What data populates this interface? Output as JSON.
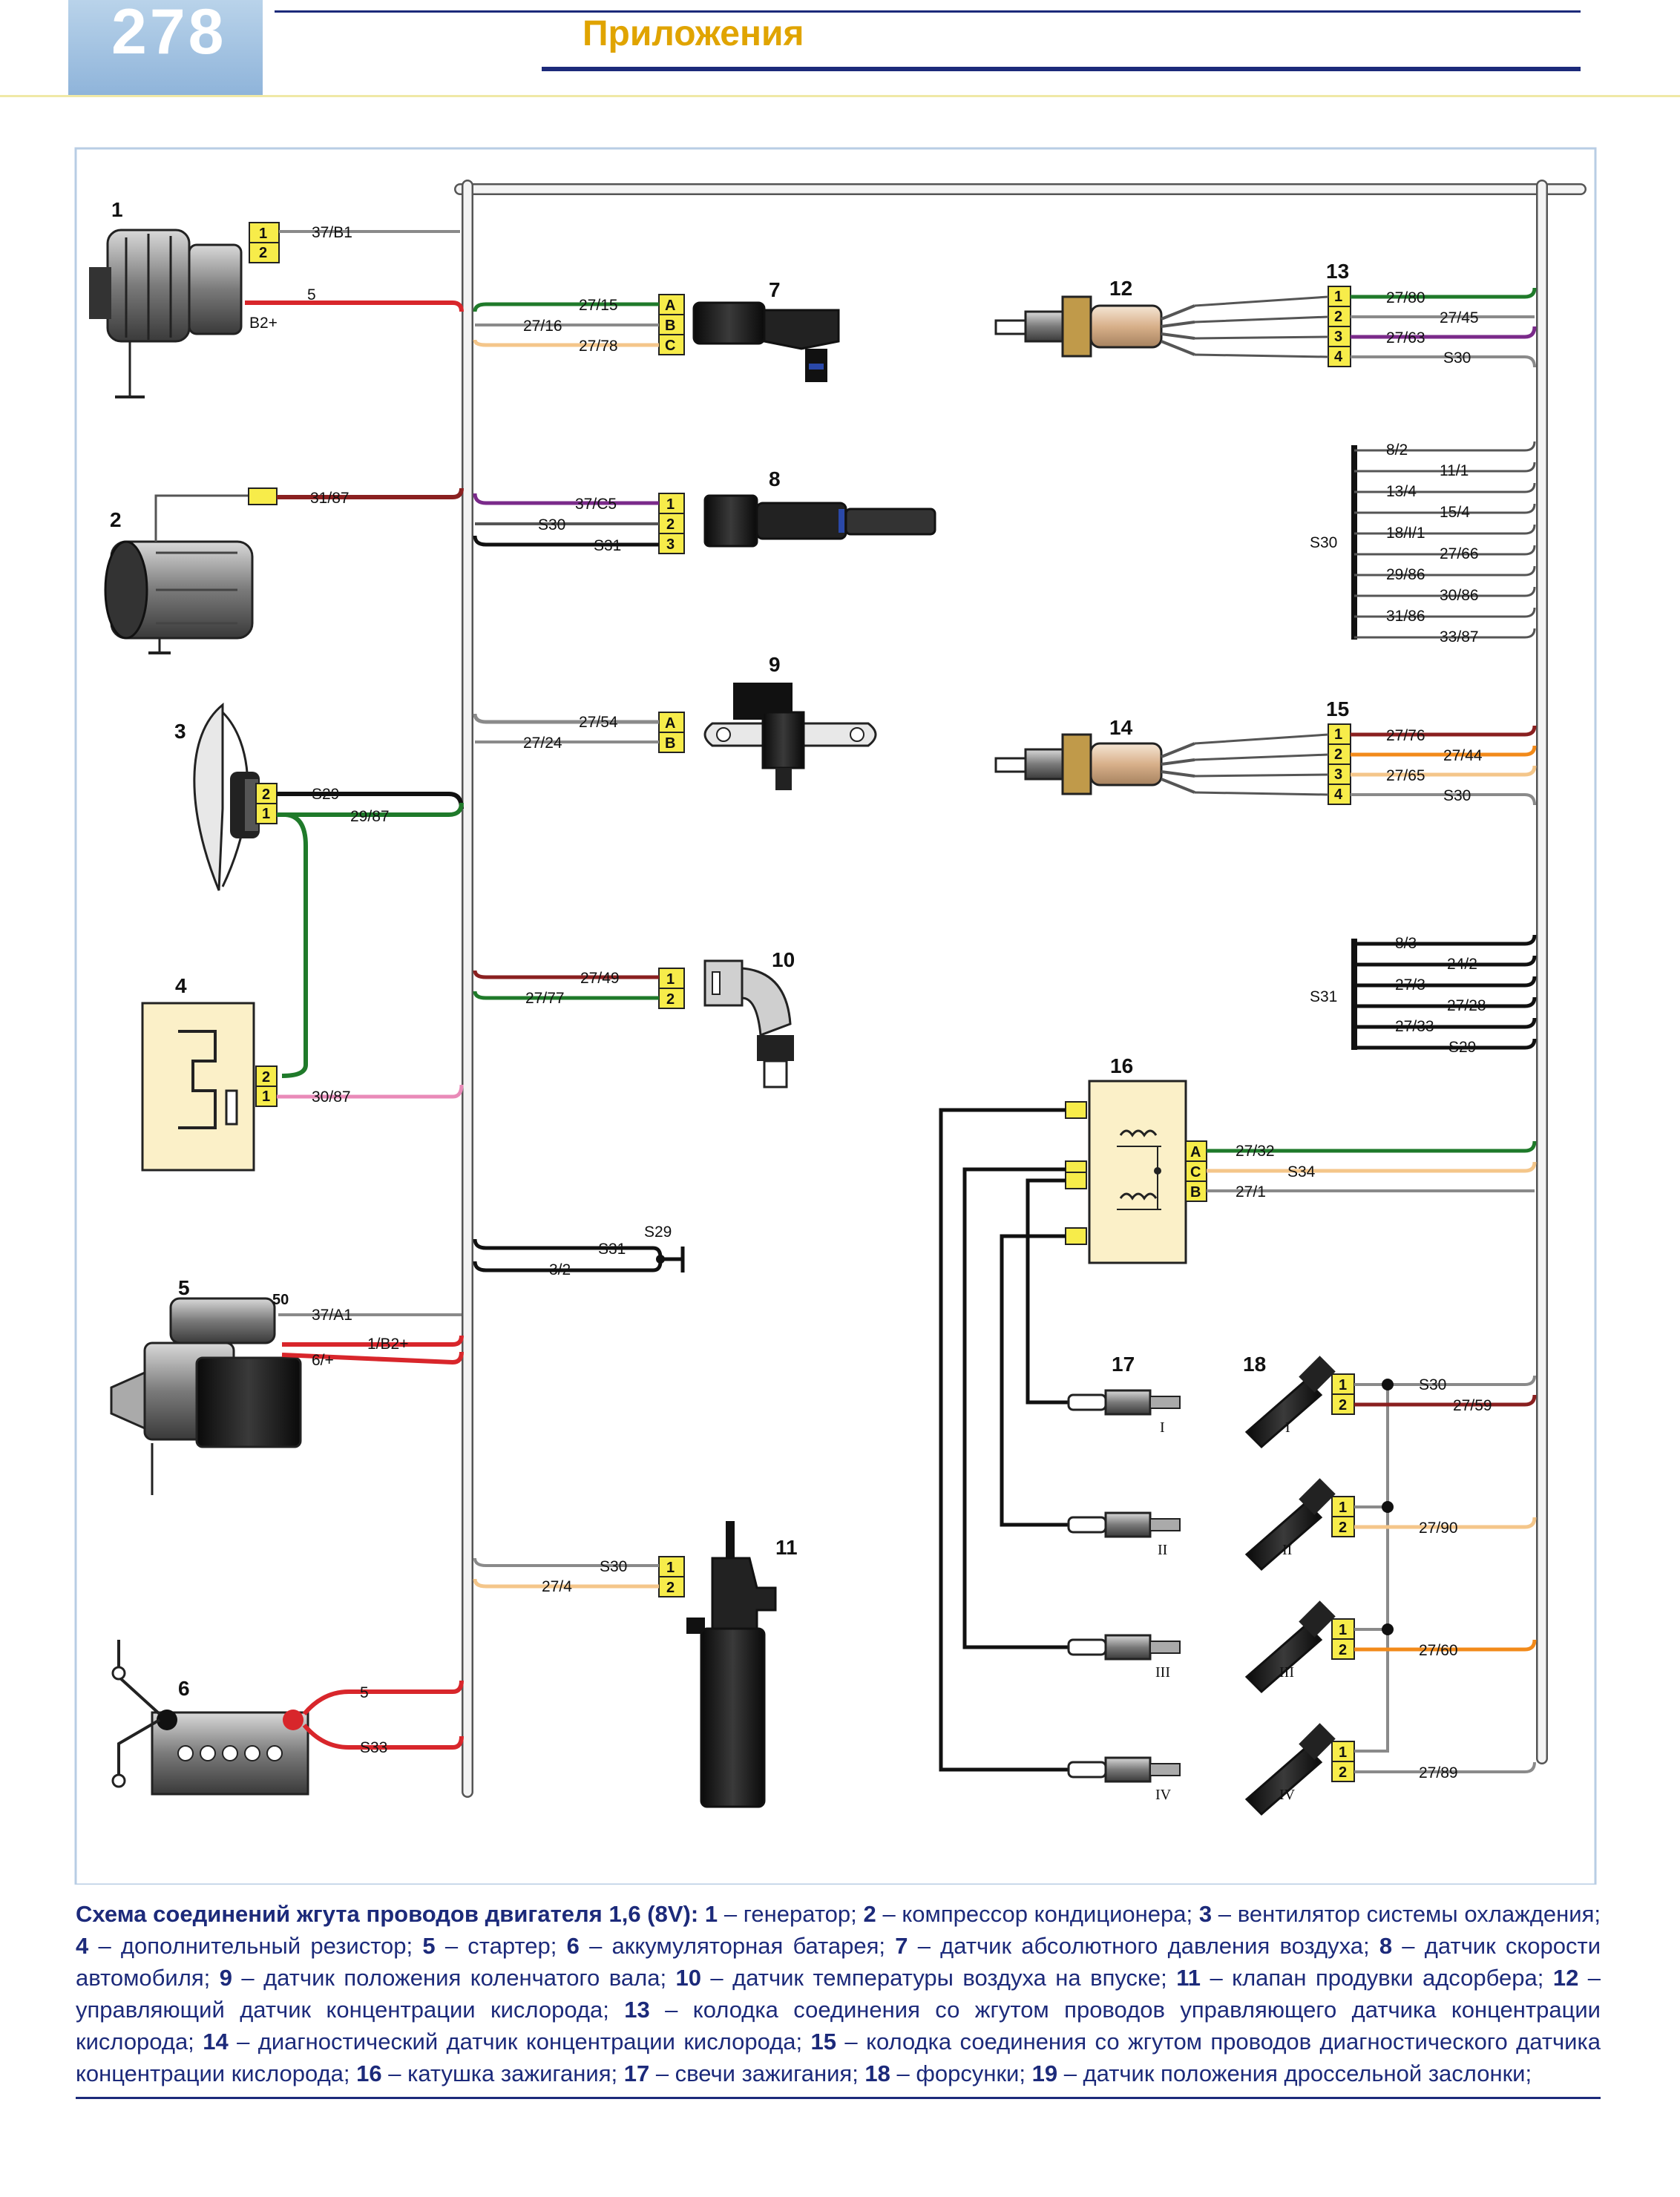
{
  "header": {
    "page_number": "278",
    "section_title": "Приложения"
  },
  "colors": {
    "red": "#d8262b",
    "green": "#1f7a2a",
    "black": "#111111",
    "grey": "#8a8a8a",
    "violet": "#7a2a8a",
    "brown": "#8a2020",
    "beige": "#f4c68a",
    "pink": "#e98ab8",
    "orange": "#f28a1a",
    "connector": "#f7ec4a",
    "harness": "#9a9a9a",
    "header_blue": "#1c2a7a"
  },
  "components": {
    "c1": "1",
    "c2": "2",
    "c3": "3",
    "c4": "4",
    "c5": "5",
    "c6": "6",
    "c7": "7",
    "c8": "8",
    "c9": "9",
    "c10": "10",
    "c11": "11",
    "c12": "12",
    "c13": "13",
    "c14": "14",
    "c15": "15",
    "c16": "16",
    "c17": "17",
    "c18": "18",
    "term50": "50",
    "b2plus": "B2+",
    "s29_ground": "S29",
    "s30_group": "S30",
    "s31_group": "S31"
  },
  "wires": {
    "w37b1": "37/B1",
    "w5a": "5",
    "w3187": "31/87",
    "ws29": "S29",
    "w2987": "29/87",
    "w3087": "30/87",
    "w37a1": "37/A1",
    "w1b2": "1/B2+",
    "w6plus": "6/+",
    "w5b": "5",
    "ws33": "S33",
    "w2715": "27/15",
    "w2716": "27/16",
    "w2778": "27/78",
    "w37c5": "37/C5",
    "ws30a": "S30",
    "ws31a": "S31",
    "w2754": "27/54",
    "w2724": "27/24",
    "w2749": "27/49",
    "w2777": "27/77",
    "ws31b": "S31",
    "w32": "3/2",
    "ws30b": "S30",
    "w274": "27/4",
    "w2780": "27/80",
    "w2745": "27/45",
    "w2763": "27/63",
    "ws30c": "S30",
    "g82": "8/2",
    "g111": "11/1",
    "g134": "13/4",
    "g154": "15/4",
    "g1811": "18/I/1",
    "g2766": "27/66",
    "g2986": "29/86",
    "g3086": "30/86",
    "g3186": "31/86",
    "g3387": "33/87",
    "w2776": "27/76",
    "w2744": "27/44",
    "w2765": "27/65",
    "ws30d": "S30",
    "h83": "8/3",
    "h242": "24/2",
    "h273": "27/3",
    "h2728": "27/28",
    "h2733": "27/33",
    "hs29": "S29",
    "w2732": "27/32",
    "ws34": "S34",
    "w271": "27/1",
    "ws30e": "S30",
    "w2759": "27/59",
    "w2790": "27/90",
    "w2760": "27/60",
    "w2789": "27/89"
  },
  "roman": {
    "r1": "I",
    "r2": "II",
    "r3": "III",
    "r4": "IV"
  },
  "caption": {
    "title": "Схема соединений жгута проводов двигателя 1,6 (8V):",
    "items": [
      {
        "n": "1",
        "t": " – генератор; "
      },
      {
        "n": "2",
        "t": " – компрессор кондиционера; "
      },
      {
        "n": "3",
        "t": " – вентилятор системы охлаждения; "
      },
      {
        "n": "4",
        "t": " – дополнительный резистор; "
      },
      {
        "n": "5",
        "t": " – стартер; "
      },
      {
        "n": "6",
        "t": " – аккумуляторная батарея; "
      },
      {
        "n": "7",
        "t": " – датчик абсолютного давления воздуха; "
      },
      {
        "n": "8",
        "t": " – датчик скорости автомобиля; "
      },
      {
        "n": "9",
        "t": " – датчик положения коленчатого вала; "
      },
      {
        "n": "10",
        "t": " – датчик температуры воздуха на впуске; "
      },
      {
        "n": "11",
        "t": " – клапан продувки адсорбера; "
      },
      {
        "n": "12",
        "t": " – управляющий датчик концентрации кислорода; "
      },
      {
        "n": "13",
        "t": " – колодка соединения со жгутом проводов управляющего датчика концентрации кислорода; "
      },
      {
        "n": "14",
        "t": " – диагностический датчик концентрации кислорода; "
      },
      {
        "n": "15",
        "t": " – колодка соединения со жгутом проводов диагностического датчика концентрации кислорода; "
      },
      {
        "n": "16",
        "t": " – катушка зажигания; "
      },
      {
        "n": "17",
        "t": " – свечи зажигания; "
      },
      {
        "n": "18",
        "t": " – форсунки; "
      },
      {
        "n": "19",
        "t": " – датчик положения дроссельной заслонки;"
      }
    ]
  }
}
